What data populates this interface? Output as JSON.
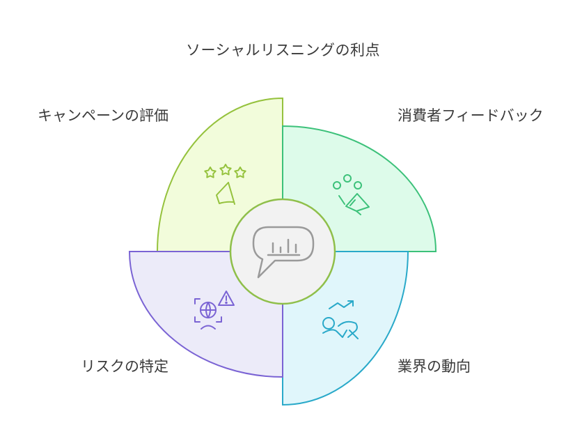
{
  "title": "ソーシャルリスニングの利点",
  "segments": [
    {
      "id": "campaign",
      "label": "キャンペーンの評価",
      "icon": "stars-flag-icon",
      "fill": "#f2fcdb",
      "stroke": "#95c23d"
    },
    {
      "id": "feedback",
      "label": "消費者フィードバック",
      "icon": "megaphone-icon",
      "fill": "#ddfbea",
      "stroke": "#3cc17a"
    },
    {
      "id": "trend",
      "label": "業界の動向",
      "icon": "trend-arrow-icon",
      "fill": "#e0f6fb",
      "stroke": "#29a9c9"
    },
    {
      "id": "risk",
      "label": "リスクの特定",
      "icon": "risk-warning-icon",
      "fill": "#ecebf9",
      "stroke": "#7a63d4"
    }
  ],
  "center": {
    "icon": "chat-chart-icon",
    "fill": "#f2f2f2",
    "stroke": "#9a9a9a"
  }
}
